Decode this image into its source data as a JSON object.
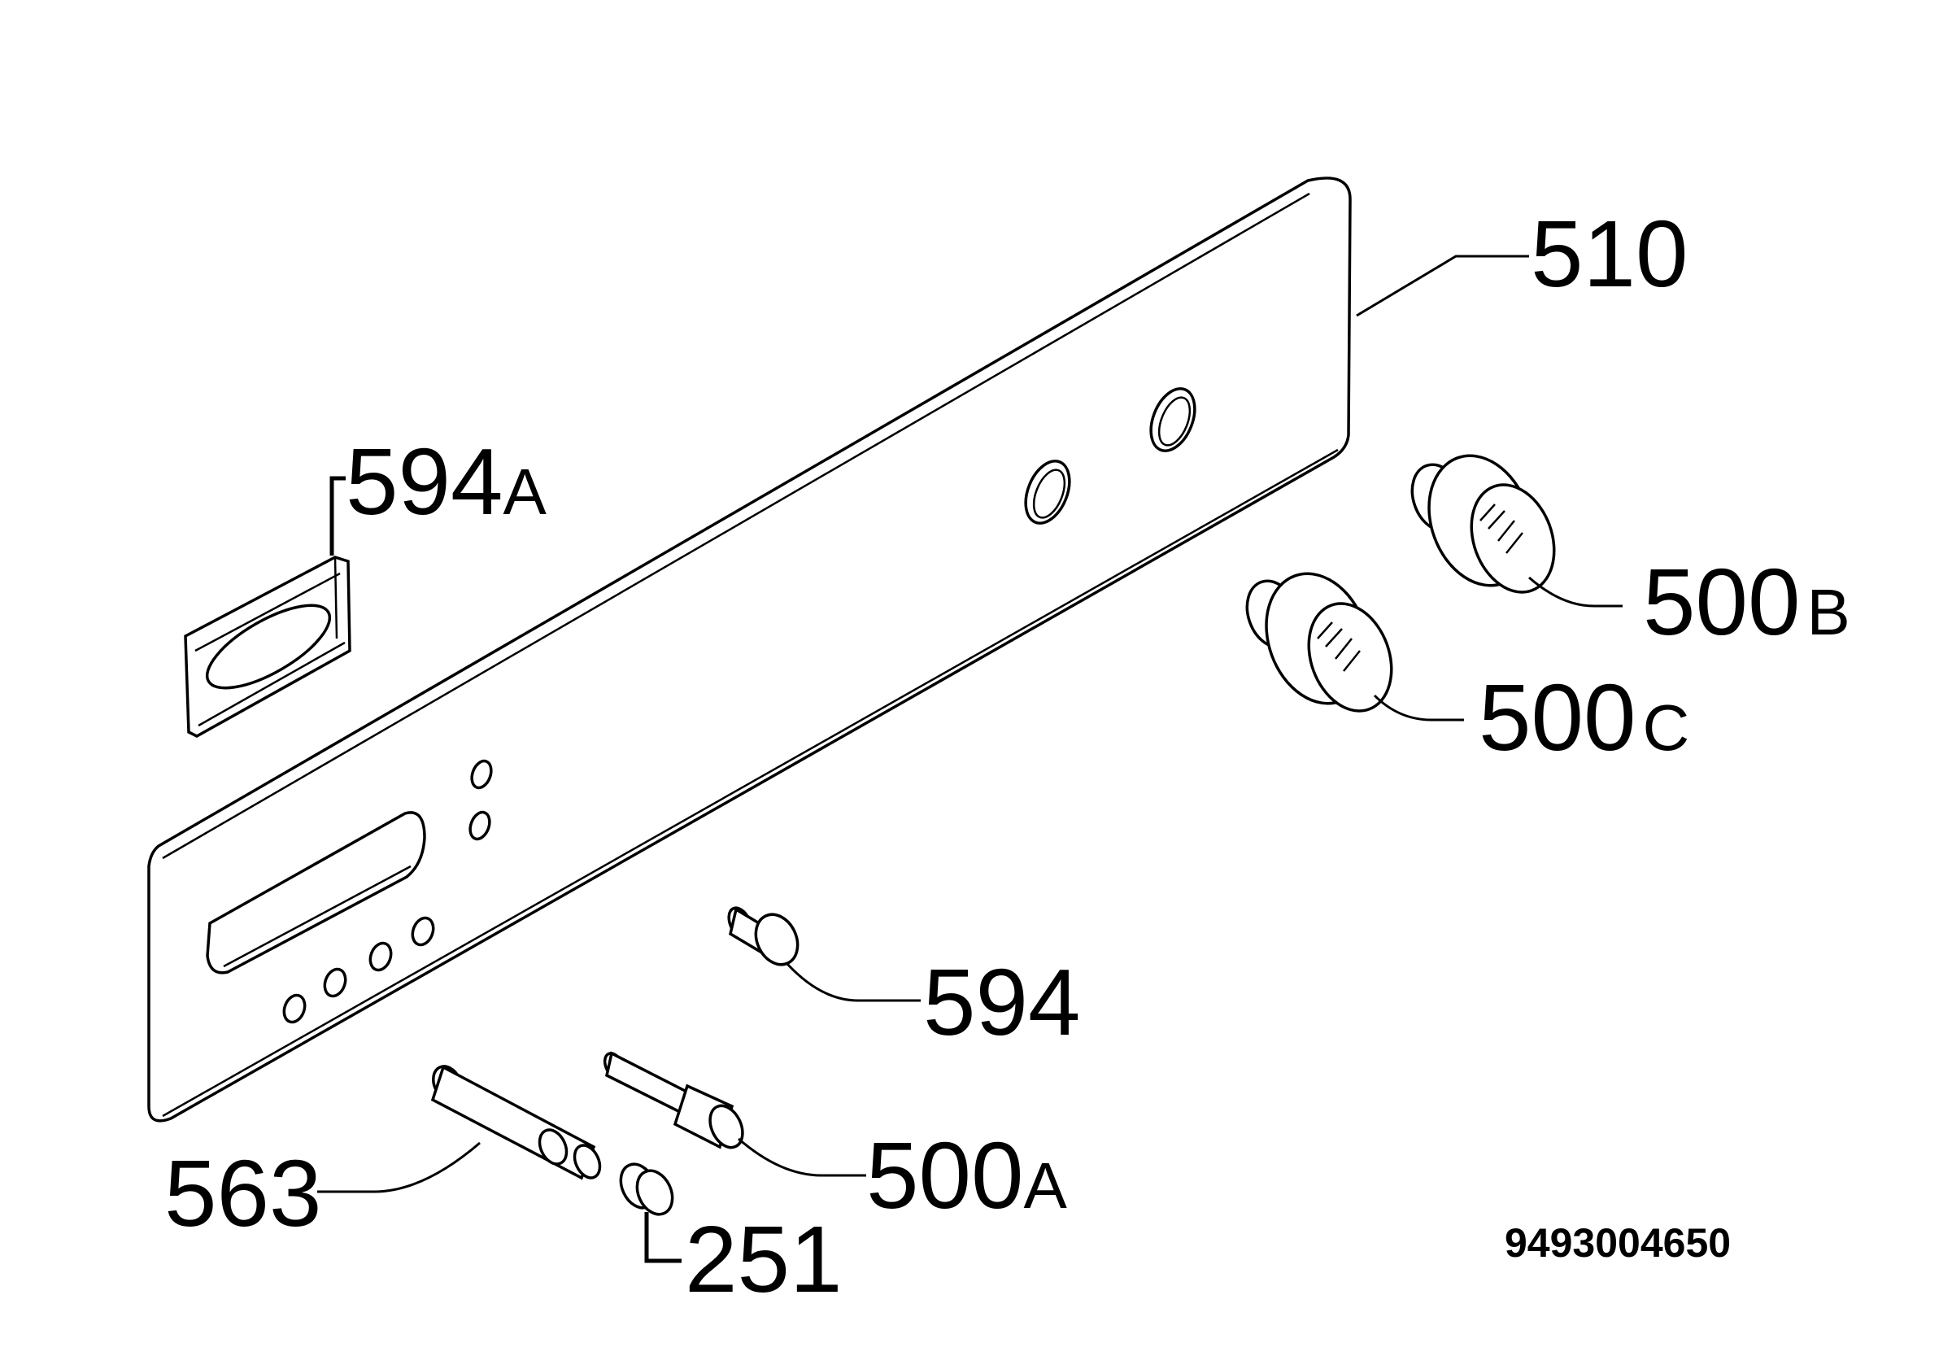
{
  "diagram": {
    "document_number": "9493004650",
    "parts": [
      {
        "id": "510",
        "number": "510",
        "suffix": ""
      },
      {
        "id": "594A",
        "number": "594",
        "suffix": "A"
      },
      {
        "id": "500B",
        "number": "500",
        "suffix": "B"
      },
      {
        "id": "500C",
        "number": "500",
        "suffix": "C"
      },
      {
        "id": "594",
        "number": "594",
        "suffix": ""
      },
      {
        "id": "500A",
        "number": "500",
        "suffix": "A"
      },
      {
        "id": "563",
        "number": "563",
        "suffix": ""
      },
      {
        "id": "251",
        "number": "251",
        "suffix": ""
      }
    ]
  }
}
